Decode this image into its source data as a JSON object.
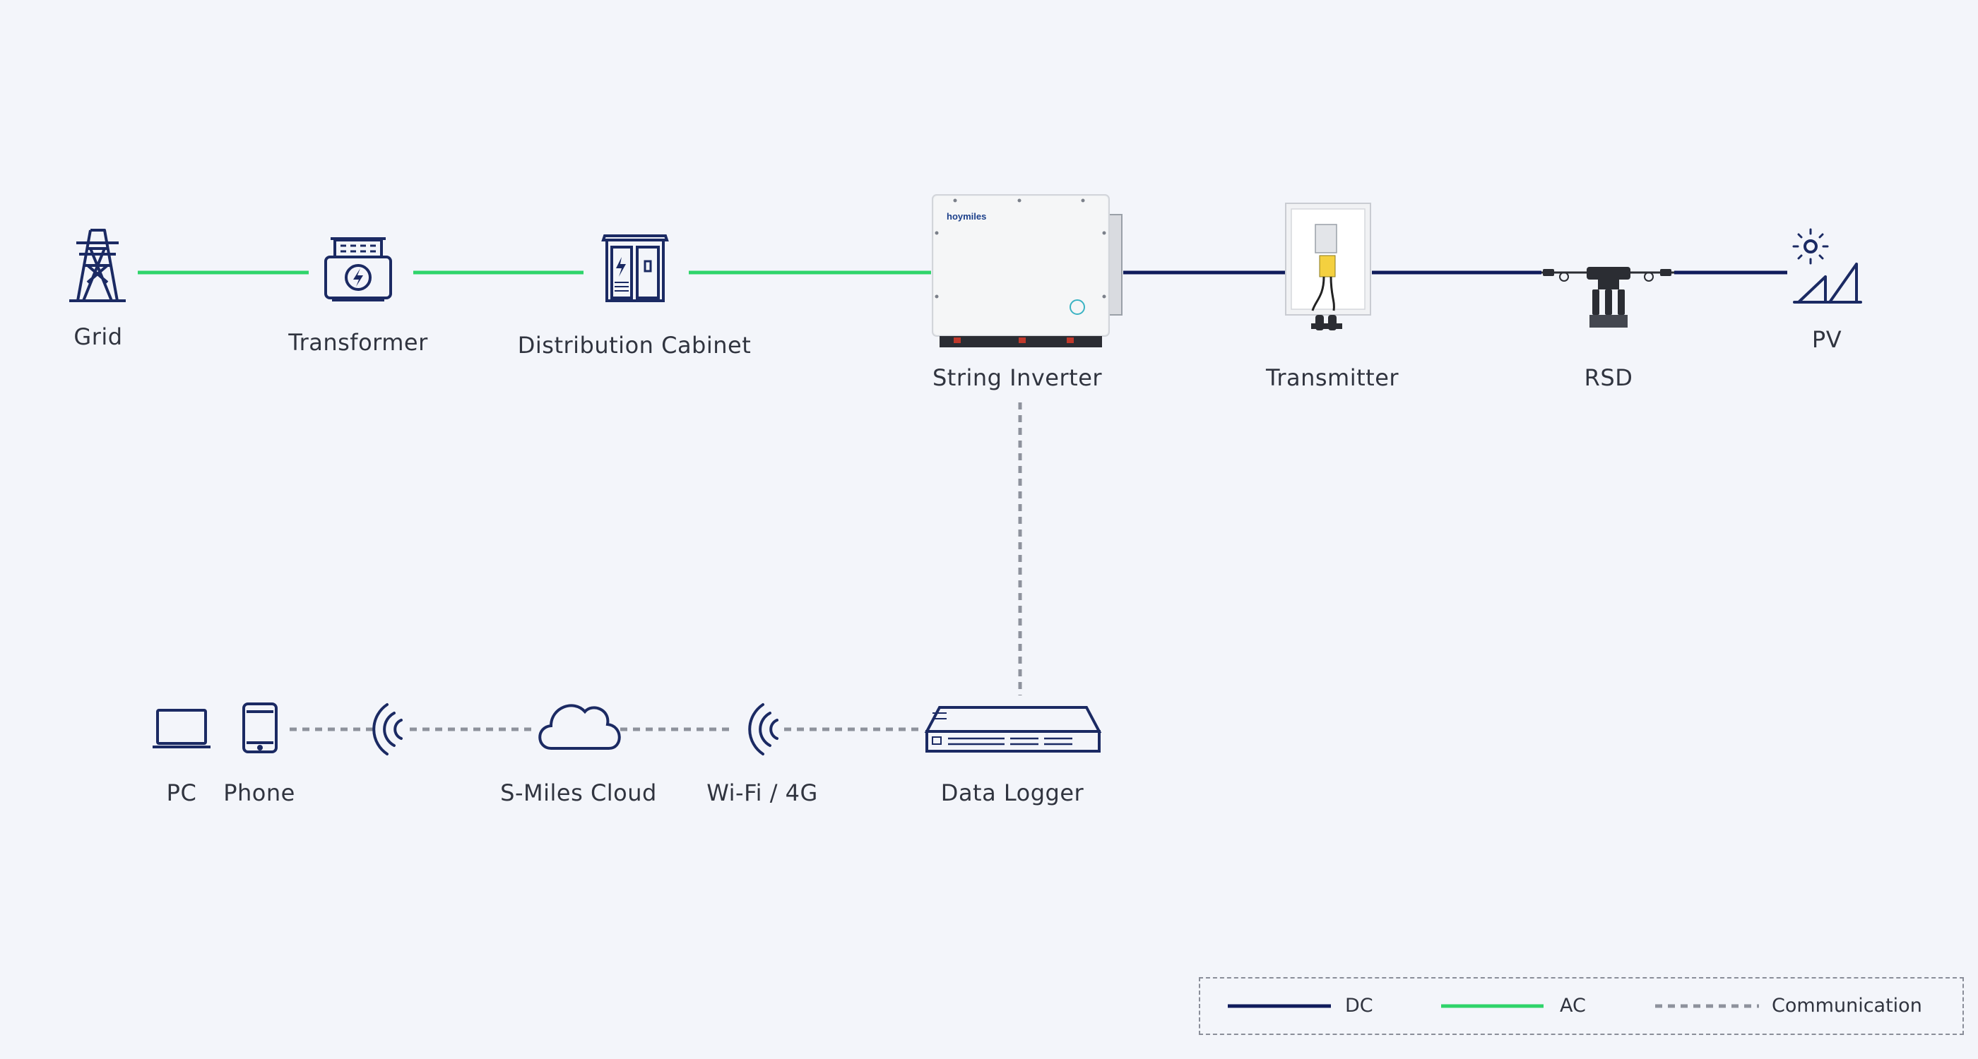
{
  "colors": {
    "dc": "#101c5c",
    "ac": "#2fd46a",
    "comm": "#8e929c",
    "icon": "#1b2a63",
    "background": "#f3f5fa"
  },
  "nodes": {
    "grid": {
      "label": "Grid",
      "icon": "power-tower-icon"
    },
    "transformer": {
      "label": "Transformer",
      "icon": "transformer-icon"
    },
    "distribution_cabinet": {
      "label": "Distribution Cabinet",
      "icon": "distribution-cabinet-icon"
    },
    "string_inverter": {
      "label": "String Inverter",
      "brand": "hoymiles",
      "icon": "string-inverter-image"
    },
    "transmitter": {
      "label": "Transmitter",
      "icon": "transmitter-box-image"
    },
    "rsd": {
      "label": "RSD",
      "icon": "rsd-connector-icon"
    },
    "pv": {
      "label": "PV",
      "icon": "solar-panel-icon"
    },
    "pc": {
      "label": "PC",
      "icon": "laptop-icon"
    },
    "phone": {
      "label": "Phone",
      "icon": "phone-icon"
    },
    "cloud": {
      "label": "S-Miles Cloud",
      "icon": "cloud-icon"
    },
    "wifi": {
      "label": "Wi-Fi / 4G",
      "icon": "wireless-signal-icon"
    },
    "data_logger": {
      "label": "Data Logger",
      "icon": "data-logger-icon"
    }
  },
  "legend": {
    "dc": "DC",
    "ac": "AC",
    "communication": "Communication"
  }
}
